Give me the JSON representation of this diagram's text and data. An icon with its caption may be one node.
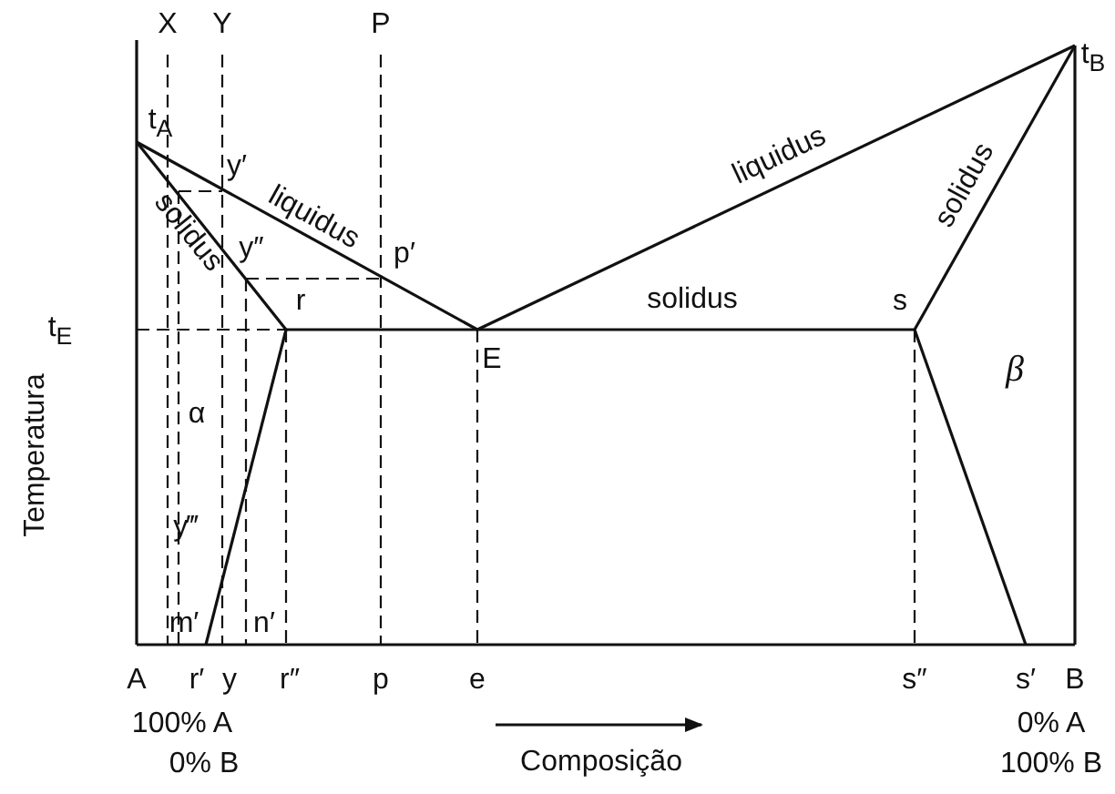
{
  "diagram": {
    "labels": [
      "X",
      "Y",
      "P",
      "t$_{B}$",
      "t$_{A}$",
      "y′",
      "liquidus",
      "solidus",
      "solidus",
      "y″",
      "liquidus",
      "p′",
      "r",
      "solidus",
      "s",
      "t$_{E}$",
      "E",
      "β",
      "α",
      "Temperatura",
      "y‴",
      "m′",
      "n′",
      "A",
      "r′",
      "y",
      "r″",
      "p",
      "e",
      "s″",
      "s′",
      "B",
      "100% A",
      "Composição",
      "0% A",
      "0% B",
      "100% B"
    ]
  }
}
